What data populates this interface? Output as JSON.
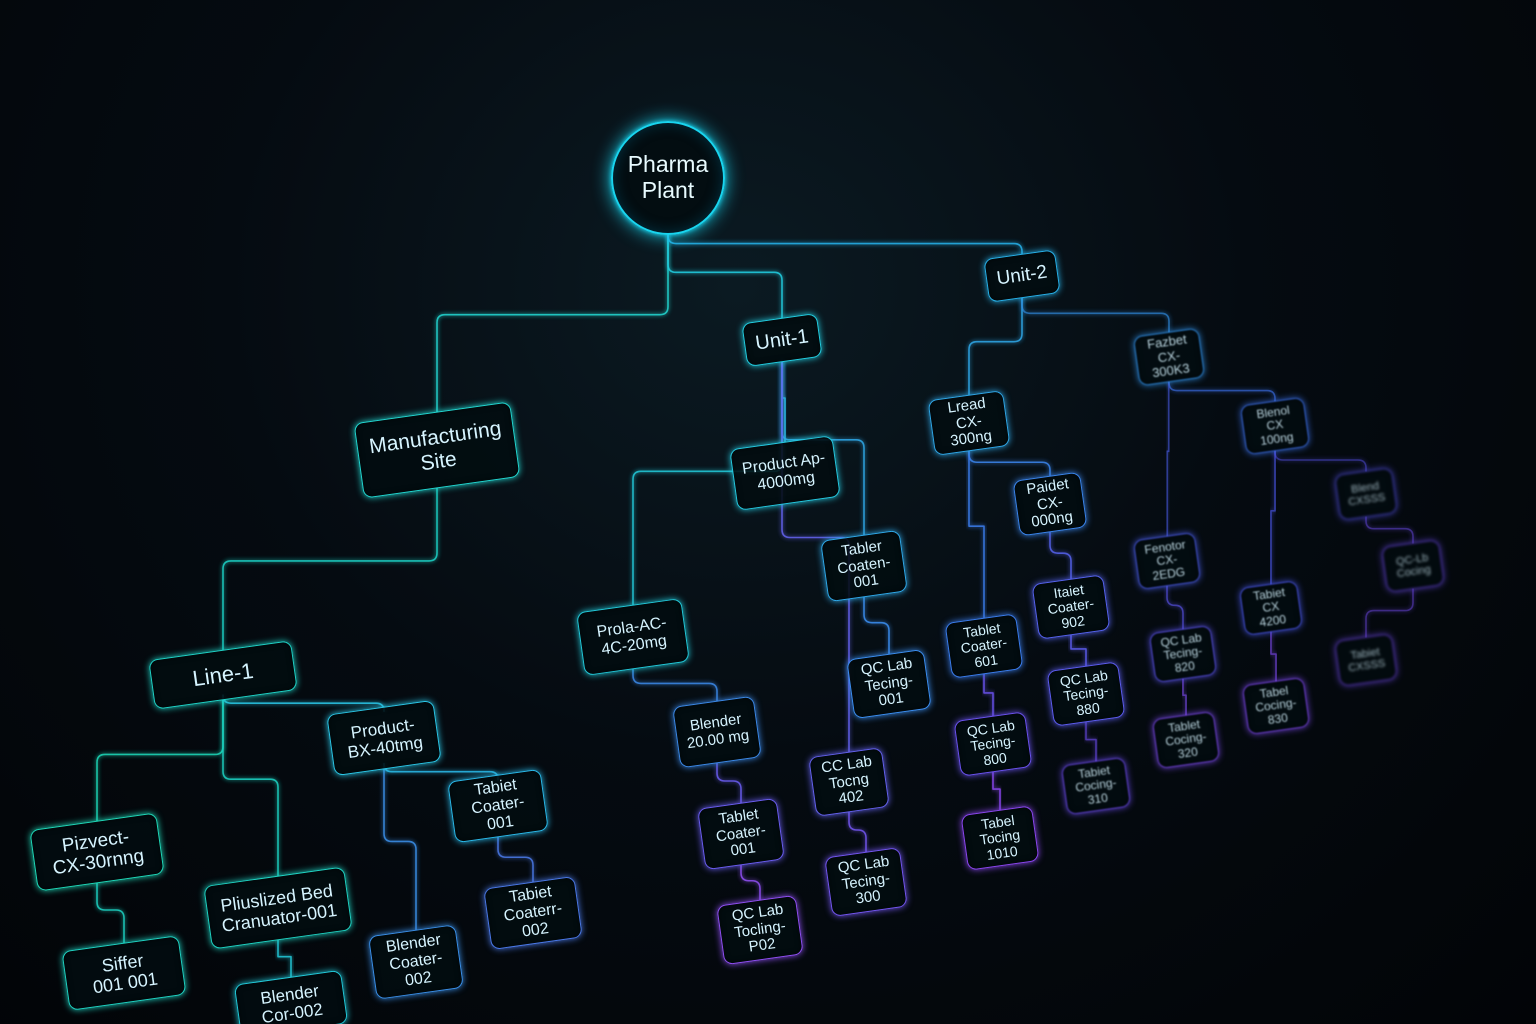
{
  "diagram": {
    "nodes": [
      {
        "id": "root",
        "label": "Pharma\nPlant",
        "color": "#19d5ef"
      },
      {
        "id": "manufacturing-site",
        "label": "Manufacturing\nSite",
        "color": "#22d6d0"
      },
      {
        "id": "unit-1",
        "label": "Unit-1",
        "color": "#22cde0"
      },
      {
        "id": "unit-2",
        "label": "Unit-2",
        "color": "#27b0e8"
      },
      {
        "id": "line-1",
        "label": "Line-1",
        "color": "#1fd2c6"
      },
      {
        "id": "product-bx",
        "label": "Product-\nBX-40tmg",
        "color": "#2bc6e6"
      },
      {
        "id": "pizvect",
        "label": "Pizvect-\nCX-30rnng",
        "color": "#1fd8b8"
      },
      {
        "id": "fluid-bed",
        "label": "Pliuslized Bed\nCranuator-001",
        "color": "#1fd2c2"
      },
      {
        "id": "sifter",
        "label": "Siffer\n001    001",
        "color": "#1fd2c2"
      },
      {
        "id": "blender-line1",
        "label": "Blender\nCor-002",
        "color": "#22c8d8"
      },
      {
        "id": "tablet-coater-bx",
        "label": "Tabiet\nCoater-001",
        "color": "#2ab8e8"
      },
      {
        "id": "blender-coater-002",
        "label": "Blender\nCoater-002",
        "color": "#3a8fe8"
      },
      {
        "id": "tablet-coaterr-002",
        "label": "Tabiet\nCoaterr-002",
        "color": "#4a78e6"
      },
      {
        "id": "product-ap",
        "label": "Product Ap-\n4000mg",
        "color": "#25c8df"
      },
      {
        "id": "prola",
        "label": "Prola-AC-\n4C-20mg",
        "color": "#22c8d8"
      },
      {
        "id": "blender-20",
        "label": "Blender\n20.00 mg",
        "color": "#3b88e6"
      },
      {
        "id": "tablet-coater-unit1",
        "label": "Tablet\nCoater-001",
        "color": "#6a5df0"
      },
      {
        "id": "qc-lab-p02",
        "label": "QC Lab\nTocling-P02",
        "color": "#8f4ff2"
      },
      {
        "id": "tabler-coaten",
        "label": "Tabler\nCoaten-001",
        "color": "#2fa8e8"
      },
      {
        "id": "qc-lab-001",
        "label": "QC Lab\nTecing-001",
        "color": "#3b8ef0"
      },
      {
        "id": "cc-lab-402",
        "label": "CC Lab\nTocng 402",
        "color": "#6462ee"
      },
      {
        "id": "qc-lab-300",
        "label": "QC Lab\nTecing-300",
        "color": "#7356f0"
      },
      {
        "id": "lread",
        "label": "Lread\nCX-300ng",
        "color": "#2fa6e6"
      },
      {
        "id": "paidet",
        "label": "Paidet\nCX-000ng",
        "color": "#3a84ea"
      },
      {
        "id": "tablet-coater-601",
        "label": "Tablet\nCoater-601",
        "color": "#3a7ceb"
      },
      {
        "id": "tablet-coater-902",
        "label": "Itaiet\nCoater-902",
        "color": "#5562ec"
      },
      {
        "id": "qc-lab-800",
        "label": "QC Lab\nTecing-800",
        "color": "#6a52ee"
      },
      {
        "id": "qc-lab-880",
        "label": "QC Lab\nTecing-880",
        "color": "#5c5cee"
      },
      {
        "id": "tabel-1010",
        "label": "Tabel\nTocing 1010",
        "color": "#8a46ee"
      },
      {
        "id": "fazbet",
        "label": "Fazbet\nCX-300K3",
        "color": "#3090e8"
      },
      {
        "id": "ex-node-far-1",
        "label": "Blenol\nCX 100ng",
        "color": "#3a6ee6"
      },
      {
        "id": "ex-node-far-2",
        "label": "Fenotor\nCX-2EDG",
        "color": "#4a5ce8"
      },
      {
        "id": "ex-node-far-3",
        "label": "QC Lab\nTecing-820",
        "color": "#5a52ea"
      },
      {
        "id": "ex-node-far-4",
        "label": "Tabiet\nCX 4200",
        "color": "#4856e8"
      },
      {
        "id": "ex-node-far-5",
        "label": "Tabiet\nCocing-310",
        "color": "#6a4aea"
      },
      {
        "id": "ex-node-far-6",
        "label": "Tablet\nCocing-320",
        "color": "#7a48ea"
      },
      {
        "id": "ex-node-far-7",
        "label": "Tabel\nCocing-830",
        "color": "#7a46e8"
      },
      {
        "id": "ex-node-far-8",
        "label": "Blend\nCXSSS",
        "color": "#5450e8"
      },
      {
        "id": "ex-node-far-9",
        "label": "QC-Lb\nCocing",
        "color": "#6a48e8"
      },
      {
        "id": "ex-node-far-10",
        "label": "Tabiet\nCXSSS",
        "color": "#6e46e6"
      }
    ],
    "edges": [
      [
        "root",
        "manufacturing-site"
      ],
      [
        "root",
        "unit-1"
      ],
      [
        "root",
        "unit-2"
      ],
      [
        "manufacturing-site",
        "line-1"
      ],
      [
        "line-1",
        "pizvect"
      ],
      [
        "line-1",
        "fluid-bed"
      ],
      [
        "line-1",
        "product-bx"
      ],
      [
        "pizvect",
        "sifter"
      ],
      [
        "fluid-bed",
        "blender-line1"
      ],
      [
        "product-bx",
        "tablet-coater-bx"
      ],
      [
        "product-bx",
        "blender-coater-002"
      ],
      [
        "tablet-coater-bx",
        "tablet-coaterr-002"
      ],
      [
        "unit-1",
        "product-ap"
      ],
      [
        "unit-1",
        "prola"
      ],
      [
        "unit-1",
        "tabler-coaten"
      ],
      [
        "prola",
        "blender-20"
      ],
      [
        "blender-20",
        "tablet-coater-unit1"
      ],
      [
        "tablet-coater-unit1",
        "qc-lab-p02"
      ],
      [
        "tabler-coaten",
        "qc-lab-001"
      ],
      [
        "unit-1",
        "cc-lab-402"
      ],
      [
        "cc-lab-402",
        "qc-lab-300"
      ],
      [
        "unit-2",
        "lread"
      ],
      [
        "unit-2",
        "fazbet"
      ],
      [
        "lread",
        "paidet"
      ],
      [
        "lread",
        "tablet-coater-601"
      ],
      [
        "paidet",
        "tablet-coater-902"
      ],
      [
        "tablet-coater-601",
        "qc-lab-800"
      ],
      [
        "tablet-coater-902",
        "qc-lab-880"
      ],
      [
        "qc-lab-800",
        "tabel-1010"
      ],
      [
        "qc-lab-880",
        "ex-node-far-5"
      ],
      [
        "fazbet",
        "ex-node-far-1"
      ],
      [
        "fazbet",
        "ex-node-far-2"
      ],
      [
        "ex-node-far-2",
        "ex-node-far-3"
      ],
      [
        "ex-node-far-3",
        "ex-node-far-6"
      ],
      [
        "ex-node-far-1",
        "ex-node-far-4"
      ],
      [
        "ex-node-far-4",
        "ex-node-far-7"
      ],
      [
        "ex-node-far-1",
        "ex-node-far-8"
      ],
      [
        "ex-node-far-8",
        "ex-node-far-9"
      ],
      [
        "ex-node-far-9",
        "ex-node-far-10"
      ]
    ]
  }
}
